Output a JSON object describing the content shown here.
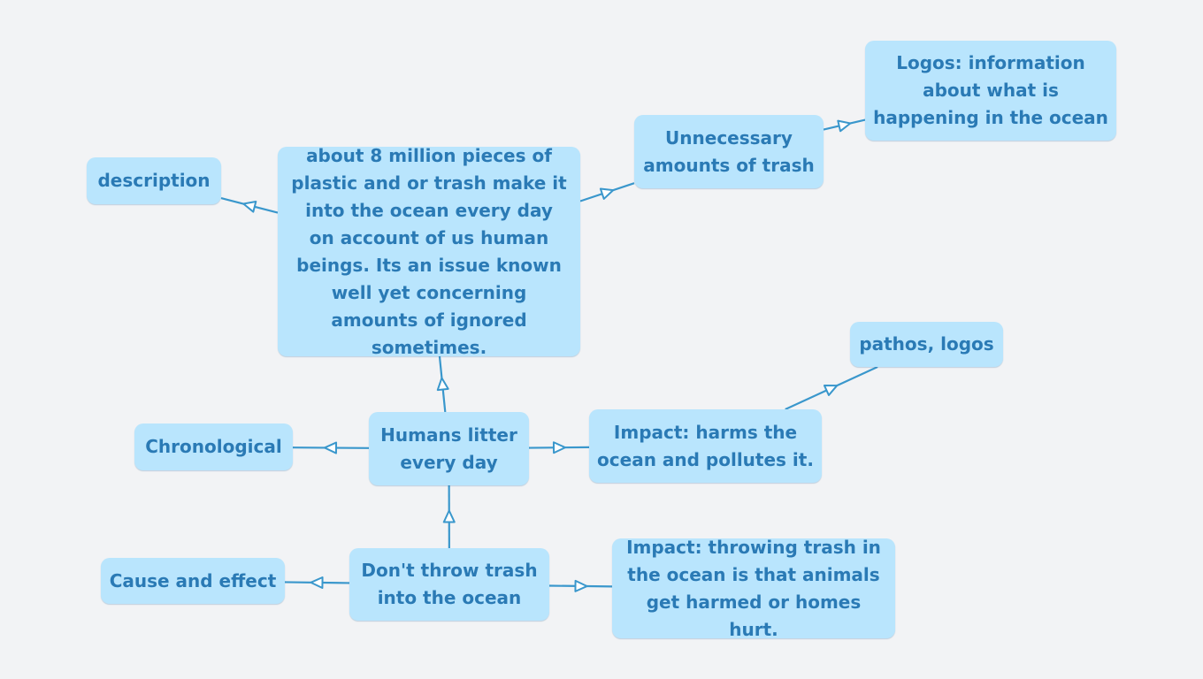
{
  "nodes": {
    "central": "about 8 million pieces of plastic and or trash make it into the ocean every day on account of us human beings. Its an issue known well yet concerning amounts of ignored sometimes.",
    "description": "description",
    "unnecessary": "Unnecessary amounts of trash",
    "logos_info": "Logos: information about what is happening in the ocean",
    "humans_litter": "Humans litter every day",
    "chronological": "Chronological",
    "impact_harms": "Impact: harms the ocean and pollutes it.",
    "pathos_logos": "pathos, logos",
    "dont_throw": "Don't throw trash into the ocean",
    "cause_effect": "Cause and effect",
    "impact_animals": "Impact: throwing trash in the ocean is that animals get harmed or homes hurt."
  },
  "edges": [
    {
      "from": "central",
      "to": "description"
    },
    {
      "from": "central",
      "to": "unnecessary"
    },
    {
      "from": "unnecessary",
      "to": "logos_info"
    },
    {
      "from": "humans_litter",
      "to": "central"
    },
    {
      "from": "humans_litter",
      "to": "chronological"
    },
    {
      "from": "humans_litter",
      "to": "impact_harms"
    },
    {
      "from": "impact_harms",
      "to": "pathos_logos"
    },
    {
      "from": "dont_throw",
      "to": "humans_litter"
    },
    {
      "from": "dont_throw",
      "to": "cause_effect"
    },
    {
      "from": "dont_throw",
      "to": "impact_animals"
    }
  ],
  "colors": {
    "background": "#f2f3f5",
    "node_fill": "#b9e5fd",
    "node_text": "#2a7ab5",
    "edge": "#3a97cc"
  }
}
